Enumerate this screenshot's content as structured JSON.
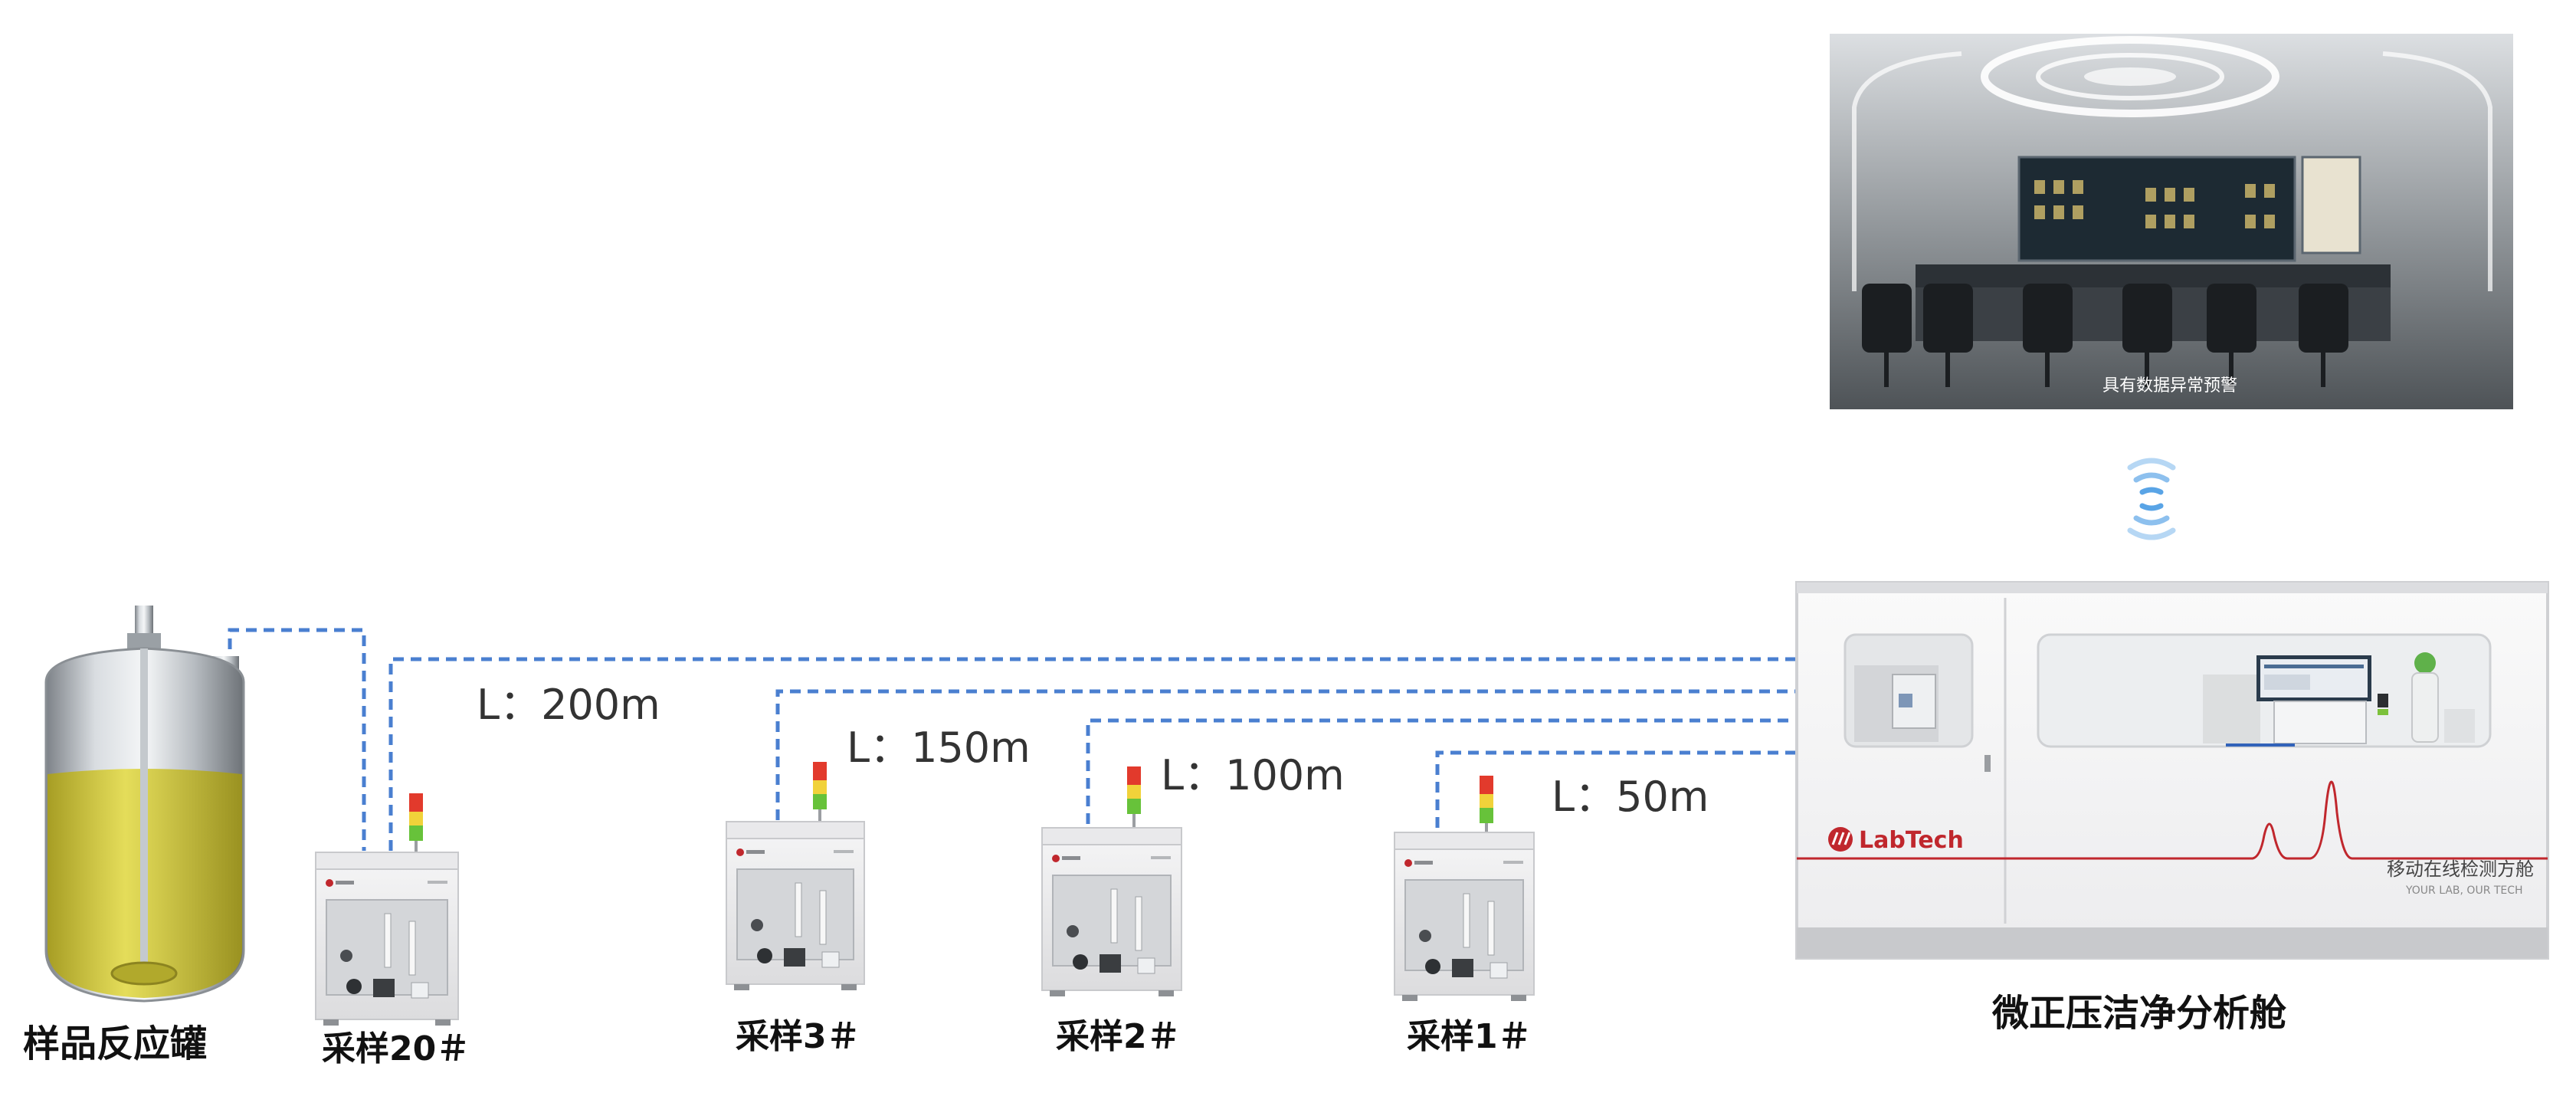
{
  "reactor": {
    "label": "样品反应罐"
  },
  "samplers": [
    {
      "label": "采样20＃"
    },
    {
      "label": "采样3＃"
    },
    {
      "label": "采样2＃"
    },
    {
      "label": "采样1＃"
    }
  ],
  "distances": [
    {
      "text": "L：200m"
    },
    {
      "text": "L：150m"
    },
    {
      "text": "L：100m"
    },
    {
      "text": "L：50m"
    }
  ],
  "cabin": {
    "label": "微正压洁净分析舱",
    "brand": "LabTech",
    "slogan_cn": "移动在线检测方舱",
    "slogan_en": "YOUR LAB, OUR TECH"
  },
  "control_room": {
    "subtitle": "具有数据异常预警"
  },
  "colors": {
    "dashed_line": "#4a7fd0",
    "wifi": "#2f8de0",
    "brand_red": "#c0272d",
    "liquid": "#d9d23a"
  },
  "icons": [
    "wifi-signal-icon",
    "warning-light-icon"
  ]
}
